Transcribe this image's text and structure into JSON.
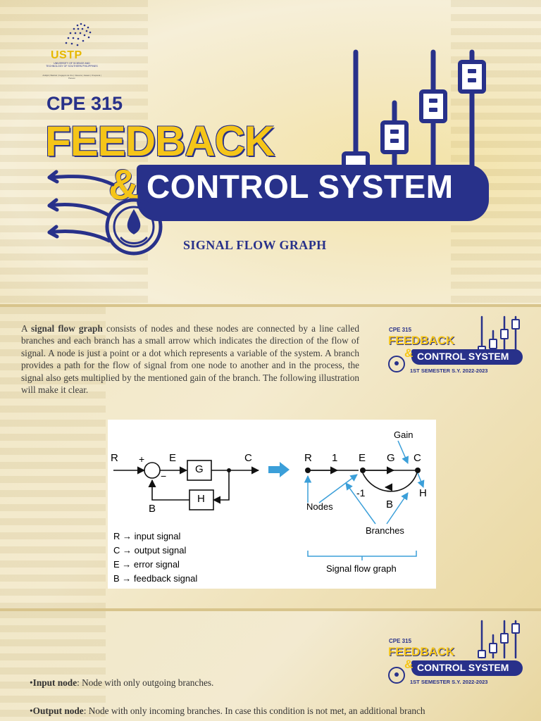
{
  "slide1": {
    "logo_name": "USTP",
    "logo_sub": "UNIVERSITY OF SCIENCE AND TECHNOLOGY OF SOUTHERN PHILIPPINES",
    "logo_tagline": "Alubijid | Balubal | Cagayan de Oro | Claveria | Jasaan | Oroquieta | Panaon",
    "course": "CPE 315",
    "title_line1": "FEEDBACK",
    "ampersand": "&",
    "title_line2": "CONTROL SYSTEM",
    "subtitle": "SIGNAL FLOW GRAPH"
  },
  "mini_logo": {
    "course": "CPE 315",
    "feedback": "FEEDBACK",
    "ampersand": "&",
    "control": "CONTROL SYSTEM",
    "semester": "1ST SEMESTER S.Y. 2022-2023"
  },
  "slide2": {
    "intro_before": "A ",
    "intro_bold": "signal flow graph",
    "intro_after": " consists of nodes and these nodes are connected by a line called branches and each branch has a small arrow which indicates the direction of the flow of signal. A node is just a point or a dot which represents a variable of the system. A branch provides a path for the flow of signal from one node to another and in the process, the signal also gets multiplied by the mentioned gain of the branch. The following illustration will make it clear.",
    "figure": {
      "block": {
        "R": "R",
        "plus": "+",
        "minus": "−",
        "E": "E",
        "G": "G",
        "C": "C",
        "H": "H",
        "B": "B"
      },
      "legend": [
        {
          "sym": "R",
          "arrow": "→",
          "desc": "input signal"
        },
        {
          "sym": "C",
          "arrow": "→",
          "desc": "output signal"
        },
        {
          "sym": "E",
          "arrow": "→",
          "desc": "error signal"
        },
        {
          "sym": "B",
          "arrow": "→",
          "desc": "feedback signal"
        }
      ],
      "sfg": {
        "gain_label": "Gain",
        "R": "R",
        "one": "1",
        "E": "E",
        "G": "G",
        "C": "C",
        "neg_one": "-1",
        "B": "B",
        "H": "H",
        "nodes_label": "Nodes",
        "branches_label": "Branches",
        "caption": "Signal flow graph"
      },
      "accent_color": "#3b9fd9"
    }
  },
  "slide3": {
    "input_bold": "Input node",
    "input_text": ": Node with only outgoing branches.",
    "output_bold": "Output node",
    "output_text": ": Node with only incoming branches. In case this condition is not met, an additional branch"
  },
  "colors": {
    "navy": "#28318a",
    "gold": "#f5c518"
  }
}
